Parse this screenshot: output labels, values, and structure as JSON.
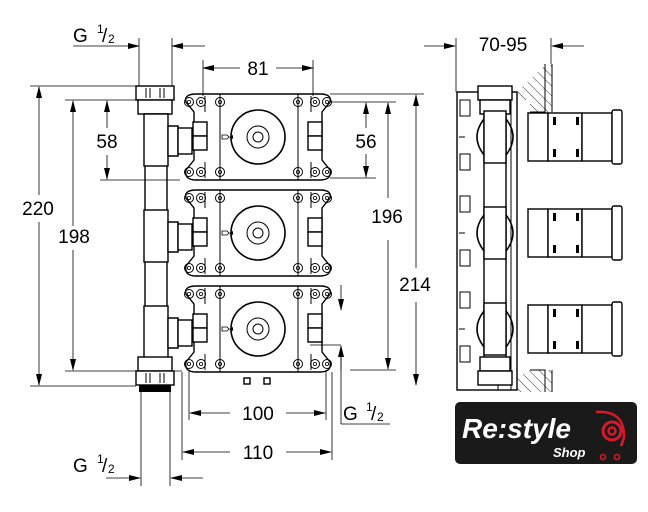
{
  "drawing": {
    "front_view": {
      "dimensions": {
        "inlet_top": {
          "prefix": "G",
          "num": "1",
          "den": "2"
        },
        "width_top": "81",
        "h_58": "58",
        "h_56": "56",
        "h_220": "220",
        "h_198": "198",
        "h_196": "196",
        "h_214": "214",
        "width_100": "100",
        "width_110": "110",
        "outlet_right": {
          "prefix": "G",
          "num": "1",
          "den": "2"
        },
        "inlet_bottom": {
          "prefix": "G",
          "num": "1",
          "den": "2"
        }
      },
      "module_count": 3
    },
    "side_view": {
      "dimensions": {
        "depth": "70-95"
      }
    }
  },
  "logo": {
    "brand": "Re:style",
    "sub": "Shop",
    "colors": {
      "background": "#1a1a1a",
      "text": "#ffffff",
      "accent": "#d7192a"
    }
  }
}
